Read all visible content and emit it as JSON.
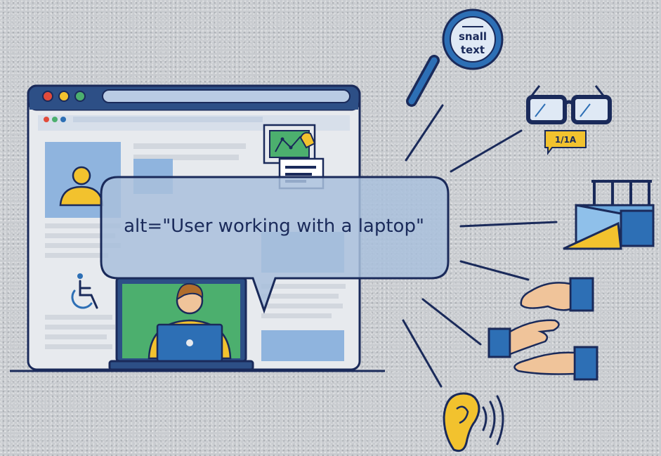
{
  "illustration": {
    "alt_text_bubble": "alt=\"User working with a laptop\"",
    "magnifier_text_line1": "snall",
    "magnifier_text_line2": "text",
    "subtitle_badge": "1/1A"
  },
  "icons": [
    "magnifying-glass-icon",
    "eyeglasses-icon",
    "ramp-icon",
    "helping-hands-icon",
    "ear-icon",
    "wheelchair-icon",
    "user-avatar-icon",
    "laptop-user-icon",
    "chart-document-icon"
  ],
  "colors": {
    "dark_navy": "#1a2a5a",
    "blue": "#2d6fb5",
    "light_blue": "#8fb4de",
    "yellow": "#f2c22e",
    "green": "#4caf6e",
    "red": "#e24b3b",
    "skin": "#f0c49a",
    "background": "#c9ccd0"
  }
}
